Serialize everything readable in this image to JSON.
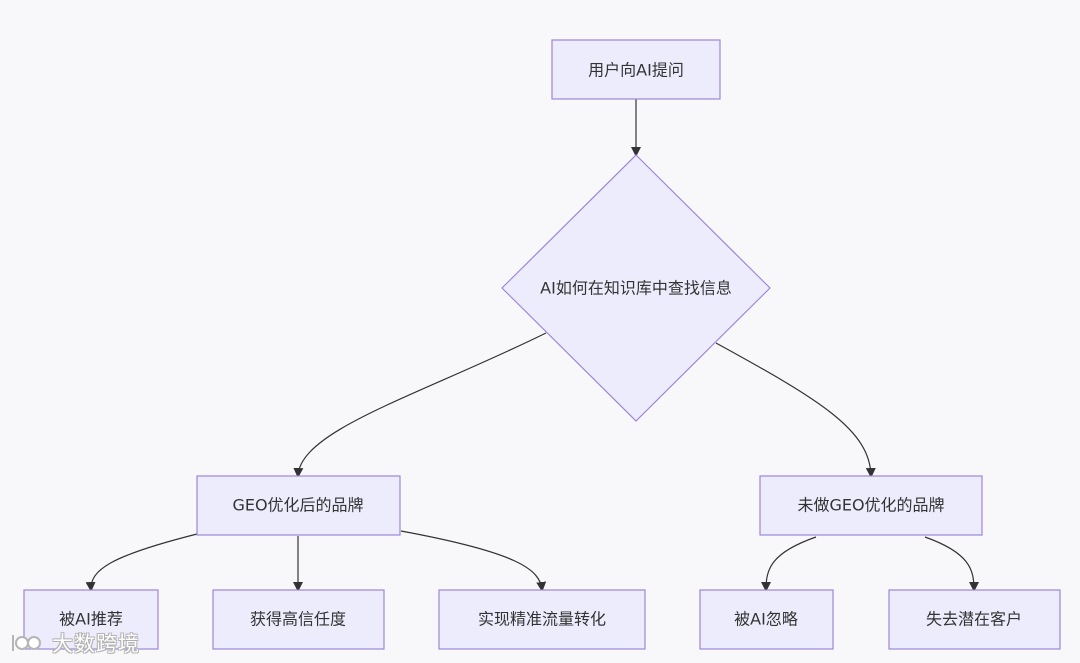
{
  "colors": {
    "background": "#f8f8fb",
    "node_fill": "#ececfd",
    "node_stroke": "#9f86d8",
    "edge": "#333333",
    "text": "#333333"
  },
  "nodes": {
    "start": {
      "label": "用户向AI提问",
      "shape": "rect"
    },
    "decision": {
      "label": "AI如何在知识库中查找信息",
      "shape": "diamond"
    },
    "optimized": {
      "label": "GEO优化后的品牌",
      "shape": "rect"
    },
    "unoptimized": {
      "label": "未做GEO优化的品牌",
      "shape": "rect"
    },
    "recommended": {
      "label": "被AI推荐",
      "shape": "rect"
    },
    "trust": {
      "label": "获得高信任度",
      "shape": "rect"
    },
    "conversion": {
      "label": "实现精准流量转化",
      "shape": "rect"
    },
    "ignored": {
      "label": "被AI忽略",
      "shape": "rect"
    },
    "lost": {
      "label": "失去潜在客户",
      "shape": "rect"
    }
  },
  "edges": [
    {
      "from": "start",
      "to": "decision"
    },
    {
      "from": "decision",
      "to": "optimized"
    },
    {
      "from": "decision",
      "to": "unoptimized"
    },
    {
      "from": "optimized",
      "to": "recommended"
    },
    {
      "from": "optimized",
      "to": "trust"
    },
    {
      "from": "optimized",
      "to": "conversion"
    },
    {
      "from": "unoptimized",
      "to": "ignored"
    },
    {
      "from": "unoptimized",
      "to": "lost"
    }
  ],
  "watermark": {
    "text": "大数跨境",
    "icon": "brand-logo-icon"
  }
}
